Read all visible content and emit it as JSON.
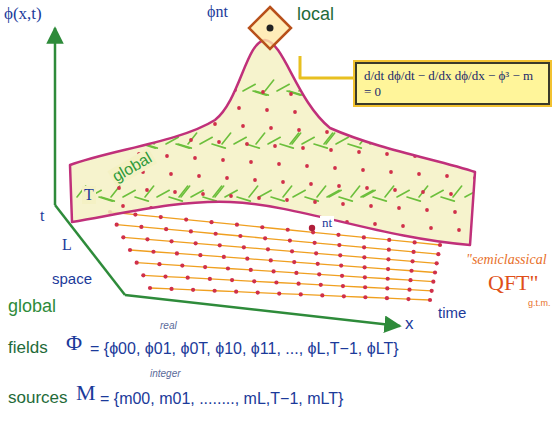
{
  "diagram": {
    "nodes": [
      {
        "text": [
          "ϕnt",
          "local"
        ]
      },
      {
        "text": [
          "d/dt dϕ/dt − d/dx dϕ/dx − ϕ³ − m = 0"
        ]
      }
    ],
    "edges": [
      {
        "from": 0,
        "to": 1,
        "arrow": "none"
      }
    ],
    "labels": [
      "ϕ(x,t)",
      "t",
      "L",
      "space",
      "time",
      "x",
      "global",
      "T",
      "nt",
      "\"semiclassical",
      "QFT\"",
      "g.t.m.",
      "global",
      "fields",
      "Φ",
      "real",
      "= {ϕ00, ϕ01, ϕ0T, ϕ10, ϕ11, ..., ϕL,T−1, ϕLT}",
      "sources",
      "M",
      "integer",
      "= {m00, m01, ........, mL,T−1, mLT}"
    ]
  }
}
